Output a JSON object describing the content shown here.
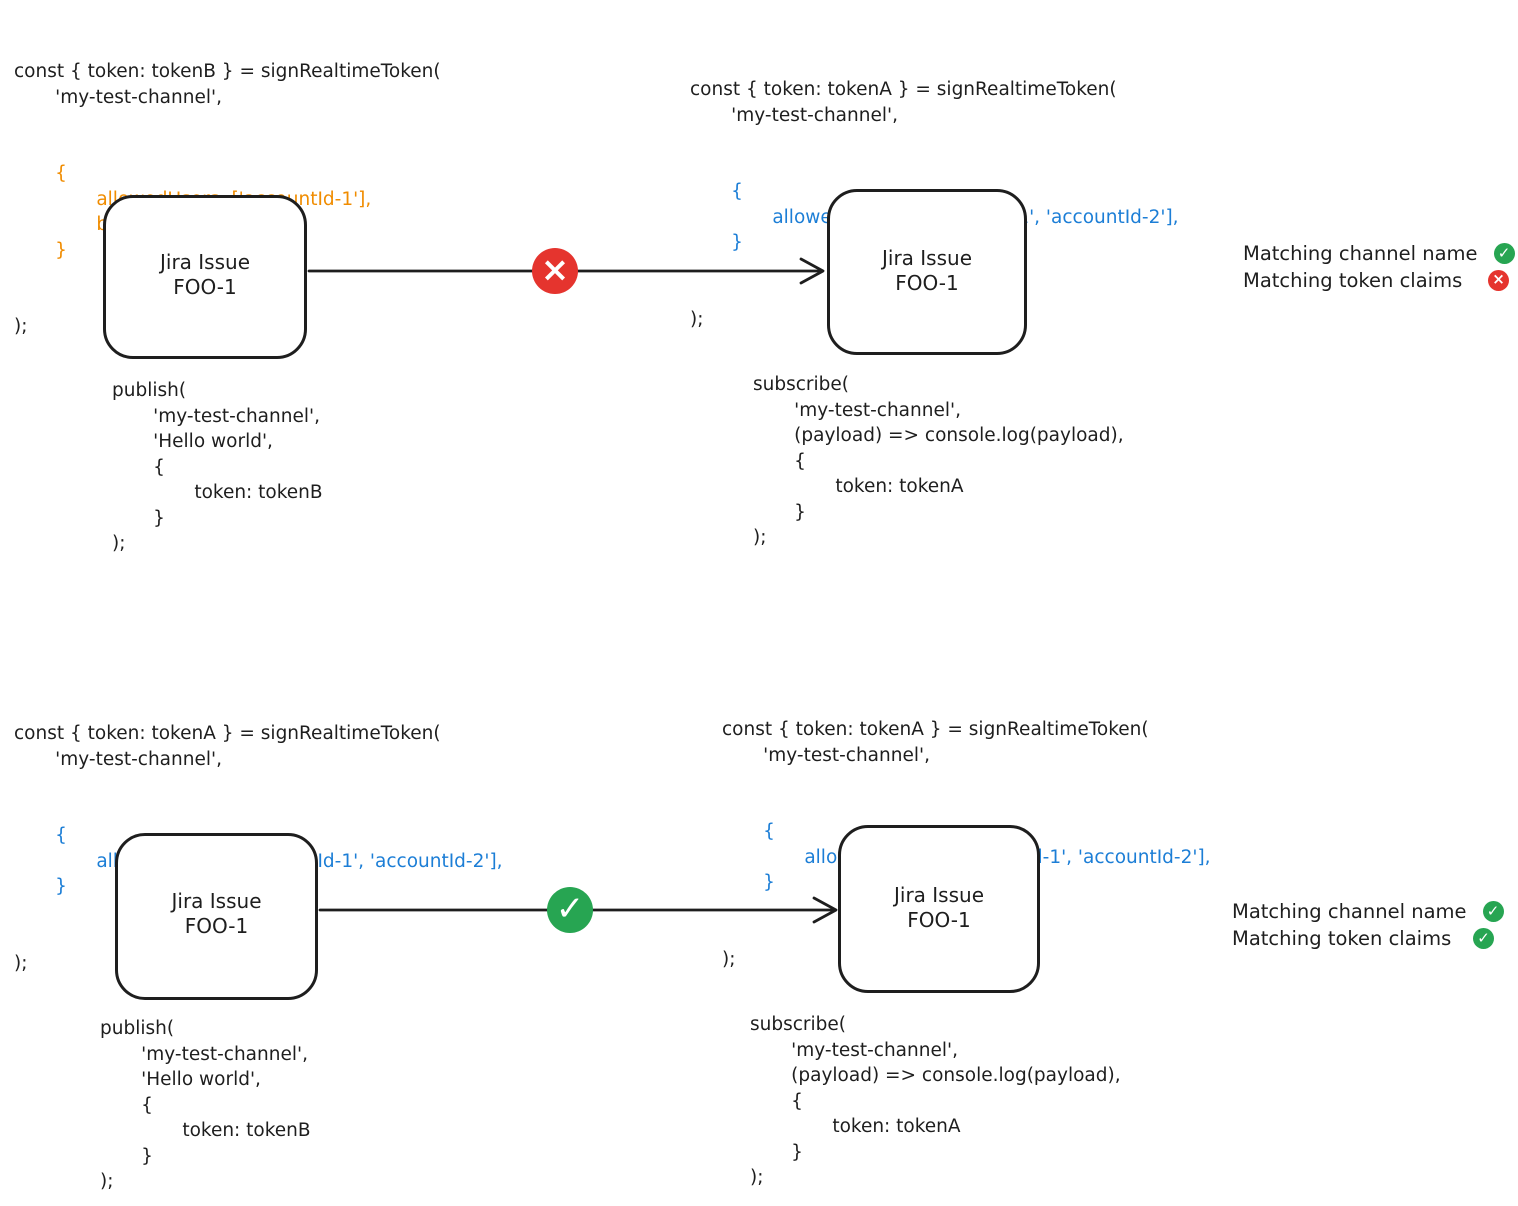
{
  "colors": {
    "black": "#1e1e1e",
    "orange": "#f08c00",
    "blue": "#1c7ed6",
    "red": "#e5342e",
    "green": "#27a552"
  },
  "scenario_mismatch": {
    "sign_left": {
      "head": "const { token: tokenB } = signRealtimeToken(\n       'my-test-channel',",
      "body": "       {\n              allowedUsers: ['accountId-1'],\n              boardId: '100'\n       }",
      "body_color": "orange",
      "tail": ");"
    },
    "sign_right": {
      "head": "const { token: tokenA } = signRealtimeToken(\n       'my-test-channel',",
      "body": "       {\n              allowedUsers: ['accountId-1', 'accountId-2'],\n       }",
      "body_color": "blue",
      "tail": ");"
    },
    "publisher_box": {
      "line1": "Jira Issue",
      "line2": "FOO-1"
    },
    "subscriber_box": {
      "line1": "Jira Issue",
      "line2": "FOO-1"
    },
    "arrow_status_icon": "cross",
    "publish_code": "publish(\n       'my-test-channel',\n       'Hello world',\n       {\n              token: tokenB\n       }\n);",
    "subscribe_code": "subscribe(\n       'my-test-channel',\n       (payload) => console.log(payload),\n       {\n              token: tokenA\n       }\n);",
    "legend": [
      {
        "label": "Matching channel name",
        "icon": "check"
      },
      {
        "label": "Matching token claims",
        "icon": "cross"
      }
    ]
  },
  "scenario_match": {
    "sign_left": {
      "head": "const { token: tokenA } = signRealtimeToken(\n       'my-test-channel',",
      "body": "       {\n              allowedUsers: ['accountId-1', 'accountId-2'],\n       }",
      "body_color": "blue",
      "tail": ");"
    },
    "sign_right": {
      "head": "const { token: tokenA } = signRealtimeToken(\n       'my-test-channel',",
      "body": "       {\n              allowedUsers: ['accountId-1', 'accountId-2'],\n       }",
      "body_color": "blue",
      "tail": ");"
    },
    "publisher_box": {
      "line1": "Jira Issue",
      "line2": "FOO-1"
    },
    "subscriber_box": {
      "line1": "Jira Issue",
      "line2": "FOO-1"
    },
    "arrow_status_icon": "check",
    "publish_code": "publish(\n       'my-test-channel',\n       'Hello world',\n       {\n              token: tokenB\n       }\n);",
    "subscribe_code": "subscribe(\n       'my-test-channel',\n       (payload) => console.log(payload),\n       {\n              token: tokenA\n       }\n);",
    "legend": [
      {
        "label": "Matching channel name",
        "icon": "check"
      },
      {
        "label": "Matching token claims",
        "icon": "check"
      }
    ]
  }
}
